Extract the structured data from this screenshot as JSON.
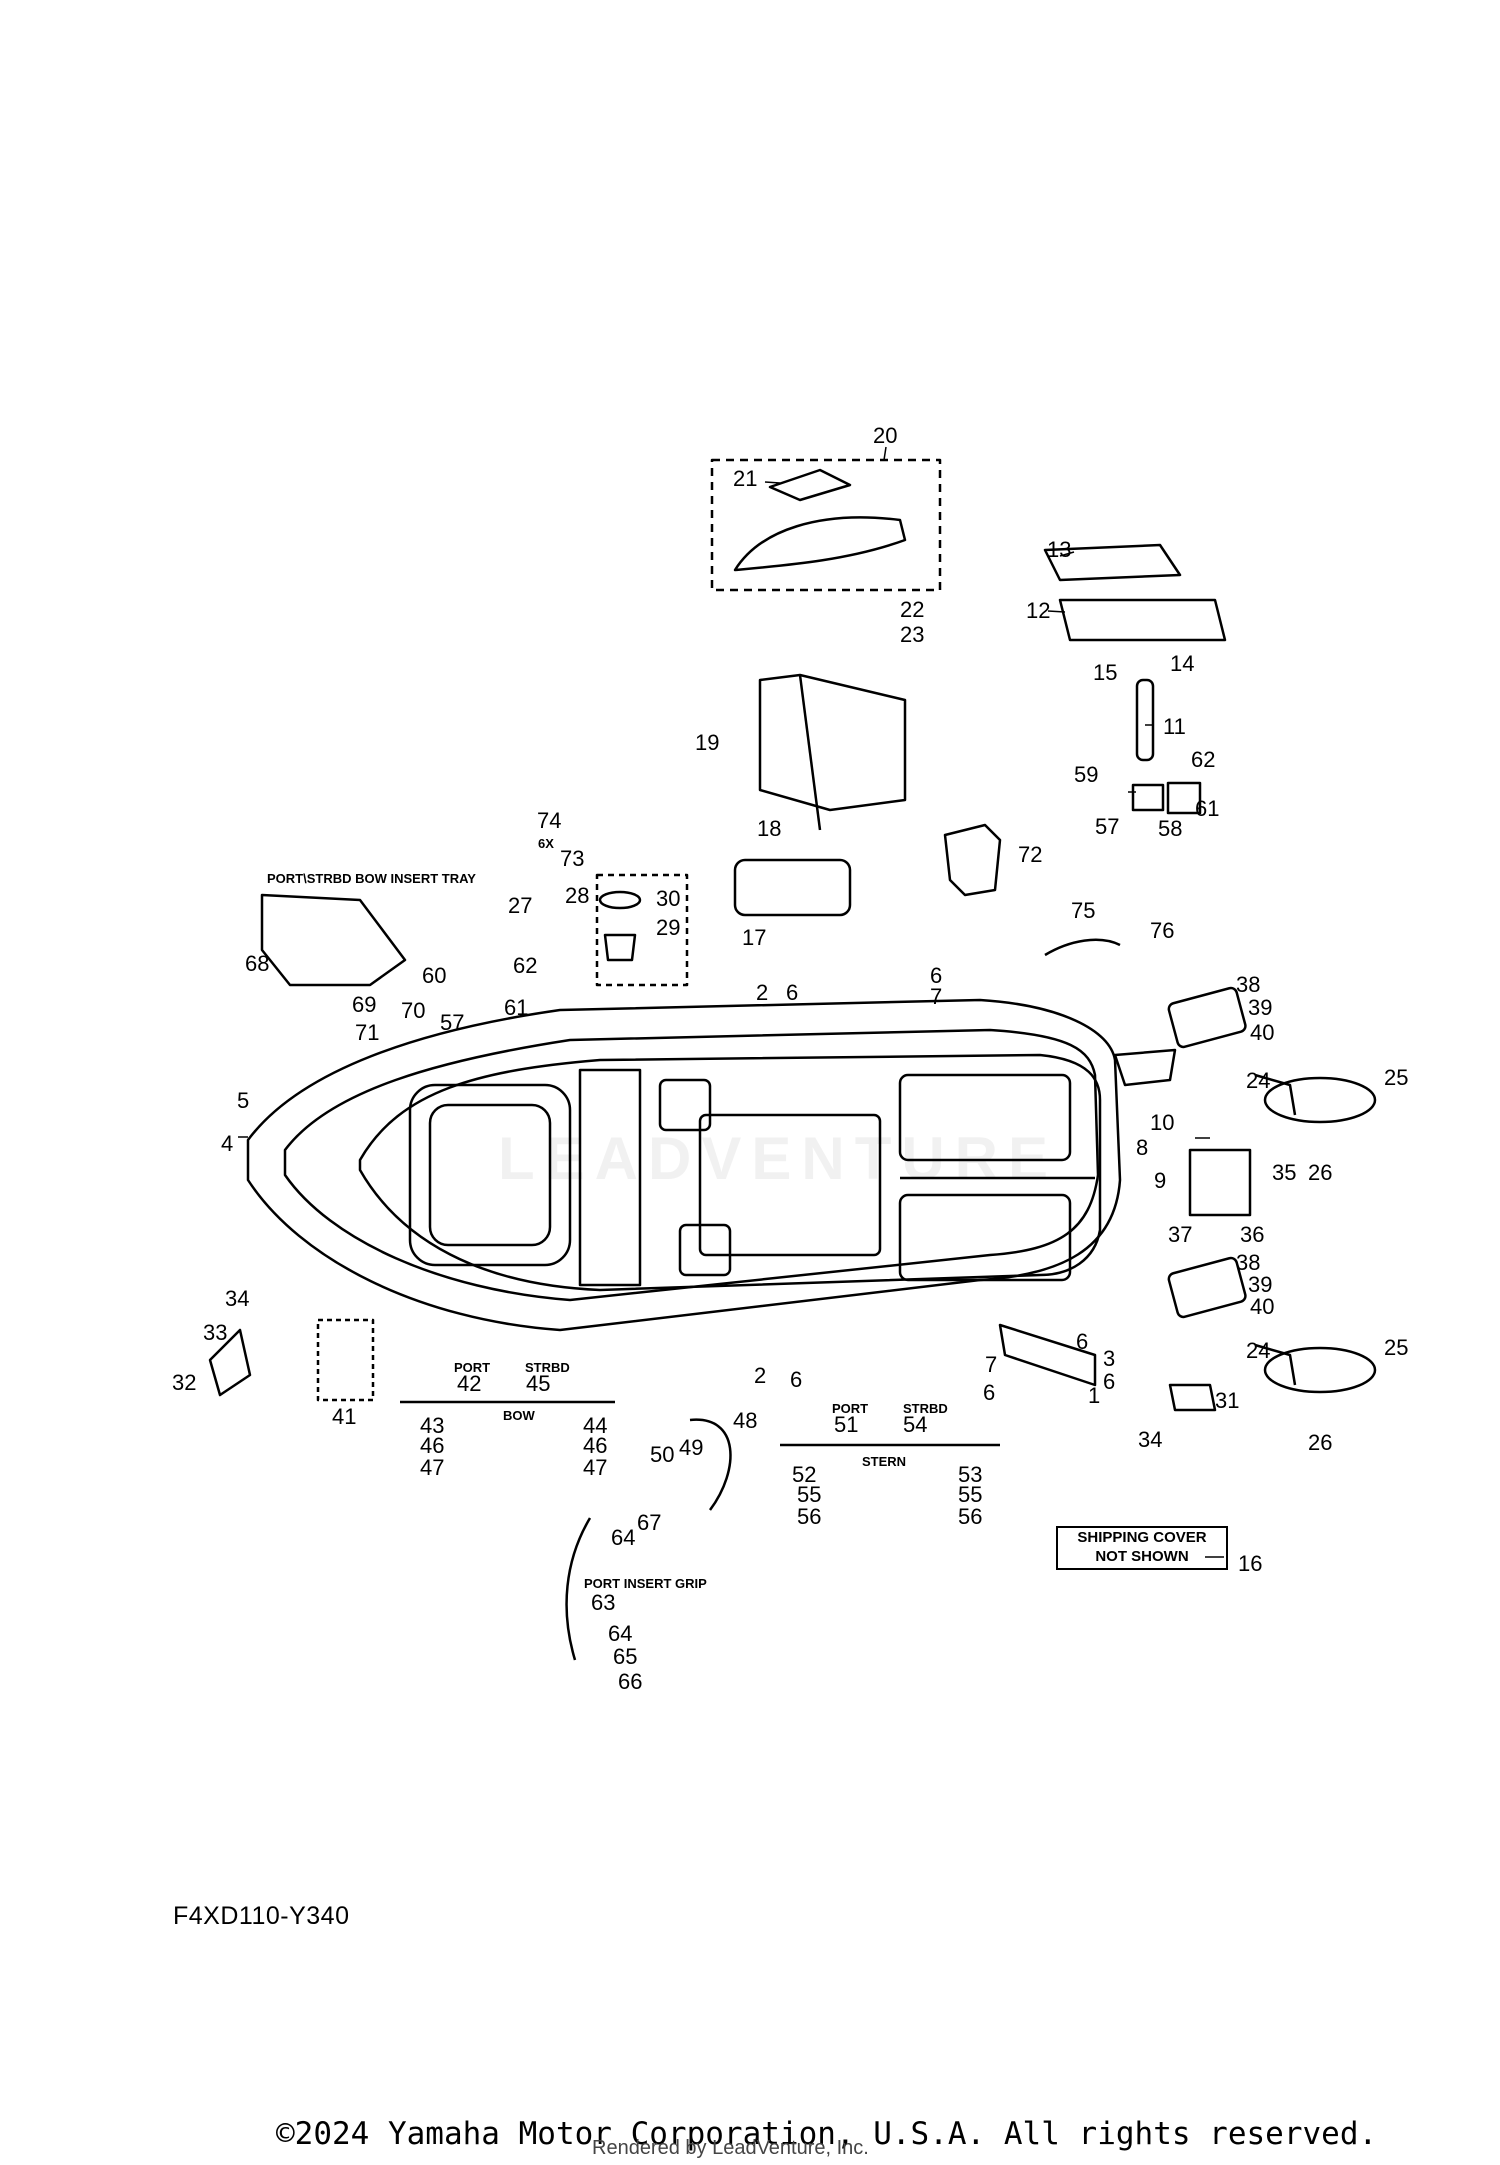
{
  "diagram": {
    "diagram_code": "F4XD110-Y340",
    "copyright": "©2024 Yamaha Motor Corporation, U.S.A. All rights reserved.",
    "rendered_by": "Rendered by LeadVenture, Inc.",
    "watermark": "LEADVENTURE",
    "labels": {
      "bow_insert_tray": "PORT\\STRBD BOW INSERT TRAY",
      "port_a": "PORT",
      "strbd_a": "STRBD",
      "bow": "BOW",
      "port_b": "PORT",
      "strbd_b": "STRBD",
      "stern": "STERN",
      "port_insert_grip": "PORT INSERT GRIP",
      "six_x": "6X",
      "shipping_line1": "SHIPPING COVER",
      "shipping_line2": "NOT SHOWN"
    },
    "callouts": {
      "c1": "1",
      "c2a": "2",
      "c2b": "2",
      "c3": "3",
      "c4": "4",
      "c5": "5",
      "c6a": "6",
      "c6b": "6",
      "c6c": "6",
      "c6d": "6",
      "c6e": "6",
      "c6f": "6",
      "c7a": "7",
      "c7b": "7",
      "c8": "8",
      "c9": "9",
      "c10": "10",
      "c11": "11",
      "c12": "12",
      "c13": "13",
      "c14": "14",
      "c15": "15",
      "c16": "16",
      "c17": "17",
      "c18": "18",
      "c19": "19",
      "c20": "20",
      "c21": "21",
      "c22": "22",
      "c23": "23",
      "c24a": "24",
      "c24b": "24",
      "c25a": "25",
      "c25b": "25",
      "c26a": "26",
      "c26b": "26",
      "c27": "27",
      "c28": "28",
      "c29": "29",
      "c30": "30",
      "c31": "31",
      "c32": "32",
      "c33": "33",
      "c34a": "34",
      "c34b": "34",
      "c35": "35",
      "c36": "36",
      "c37": "37",
      "c38a": "38",
      "c38b": "38",
      "c39a": "39",
      "c39b": "39",
      "c40a": "40",
      "c40b": "40",
      "c41": "41",
      "c42": "42",
      "c43": "43",
      "c44": "44",
      "c45": "45",
      "c46a": "46",
      "c46b": "46",
      "c47a": "47",
      "c47b": "47",
      "c48": "48",
      "c49": "49",
      "c50": "50",
      "c51": "51",
      "c52": "52",
      "c53": "53",
      "c54": "54",
      "c55a": "55",
      "c55b": "55",
      "c56a": "56",
      "c56b": "56",
      "c57a": "57",
      "c57b": "57",
      "c58": "58",
      "c59": "59",
      "c60": "60",
      "c61a": "61",
      "c61b": "61",
      "c62a": "62",
      "c62b": "62",
      "c63": "63",
      "c64a": "64",
      "c64b": "64",
      "c65": "65",
      "c66": "66",
      "c67": "67",
      "c68": "68",
      "c69": "69",
      "c70": "70",
      "c71": "71",
      "c72": "72",
      "c73": "73",
      "c74": "74",
      "c75": "75",
      "c76": "76"
    }
  }
}
